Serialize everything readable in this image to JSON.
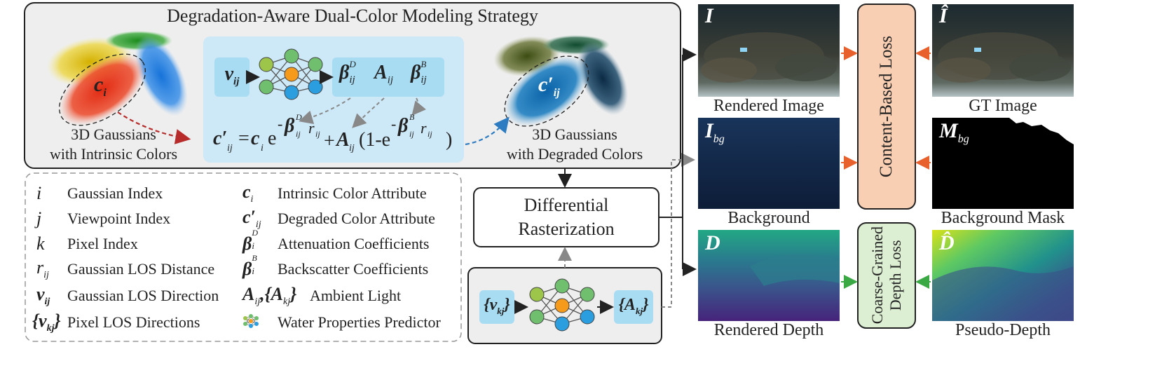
{
  "strategy": {
    "title": "Degradation-Aware Dual-Color Modeling Strategy",
    "intrinsic_label": [
      "3D Gaussians",
      "with Intrinsic Colors"
    ],
    "degraded_label": [
      "3D Gaussians",
      "with Degraded Colors"
    ],
    "ci_symbol": "c",
    "ci_sub": "i",
    "cprime_symbol": "c′",
    "cprime_sub": "ij",
    "mlp_input": "v",
    "mlp_input_sub": "ij",
    "outputs": [
      {
        "sym": "β",
        "sub": "ij",
        "sup": "D"
      },
      {
        "sym": "A",
        "sub": "ij",
        "sup": ""
      },
      {
        "sym": "β",
        "sub": "ij",
        "sup": "B"
      }
    ]
  },
  "raster": {
    "label_lines": [
      "Differential",
      "Rasterization"
    ]
  },
  "predictor": {
    "input": "{v",
    "input_sub": "kj",
    "output": "{A",
    "output_sub": "kj"
  },
  "legend": {
    "left": [
      {
        "sym": "i",
        "sub": "",
        "bold": false,
        "label": "Gaussian Index"
      },
      {
        "sym": "j",
        "sub": "",
        "bold": false,
        "label": "Viewpoint Index"
      },
      {
        "sym": "k",
        "sub": "",
        "bold": false,
        "label": "Pixel Index"
      },
      {
        "sym": "r",
        "sub": "ij",
        "bold": false,
        "label": "Gaussian LOS Distance"
      },
      {
        "sym": "v",
        "sub": "ij",
        "bold": true,
        "label": "Gaussian LOS Direction"
      },
      {
        "sym": "{v",
        "sub": "kj",
        "bold": true,
        "label": "Pixel LOS Directions",
        "suffix": "}"
      }
    ],
    "right": [
      {
        "sym": "c",
        "sub": "i",
        "sup": "",
        "label": "Intrinsic Color Attribute"
      },
      {
        "sym": "c′",
        "sub": "ij",
        "sup": "",
        "label": "Degraded Color Attribute"
      },
      {
        "sym": "β",
        "sub": "i",
        "sup": "D",
        "label": "Attenuation Coefficients"
      },
      {
        "sym": "β",
        "sub": "i",
        "sup": "B",
        "label": "Backscatter Coefficients"
      },
      {
        "sym": "A",
        "sub": "ij",
        "sup": "",
        "label": "Ambient Light",
        "extra": ",{A",
        "extra_sub": "kj",
        "extra_suffix": "}"
      },
      {
        "sym": "",
        "sub": "",
        "sup": "",
        "label": "Water Properties Predictor"
      }
    ]
  },
  "panels": {
    "rendered": {
      "sym": "I",
      "sub": "",
      "caption": "Rendered Image"
    },
    "gt": {
      "sym": "Î",
      "sub": "",
      "caption": "GT Image"
    },
    "background": {
      "sym": "I",
      "sub": "bg",
      "caption": "Background"
    },
    "mask": {
      "sym": "M",
      "sub": "bg",
      "caption": "Background Mask"
    },
    "depth": {
      "sym": "D",
      "sub": "",
      "caption": "Rendered Depth"
    },
    "pseudo": {
      "sym": "D̂",
      "sub": "",
      "caption": "Pseudo-Depth"
    }
  },
  "losses": {
    "content": "Content-Based Loss",
    "depth_lines": [
      "Coarse-Grained",
      "Depth Loss"
    ]
  },
  "colors": {
    "strategy_bg": "#eeeeee",
    "inner_bg": "#cde8f6",
    "node_bg": "#a8dcf3",
    "content_loss": "#f9cfb3",
    "depth_loss": "#dcefd2",
    "orange_arrow": "#e8602c",
    "green_arrow": "#3aa843",
    "red_dash": "#b82b2b",
    "blue_dash": "#2d7cc1"
  }
}
